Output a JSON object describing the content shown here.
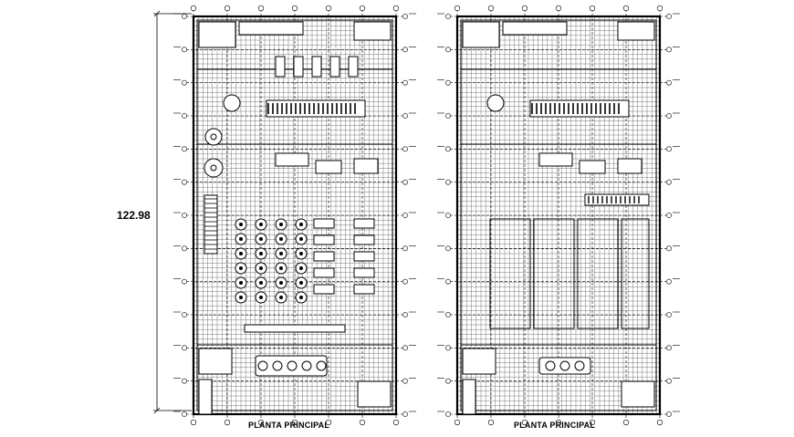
{
  "drawing": {
    "dimension_label": "122.98",
    "plans": [
      {
        "caption": "PLANTA PRINCIPAL"
      },
      {
        "caption": "PLANTA PRINCIPAL"
      }
    ],
    "line_color": "#000000",
    "background": "#ffffff"
  }
}
